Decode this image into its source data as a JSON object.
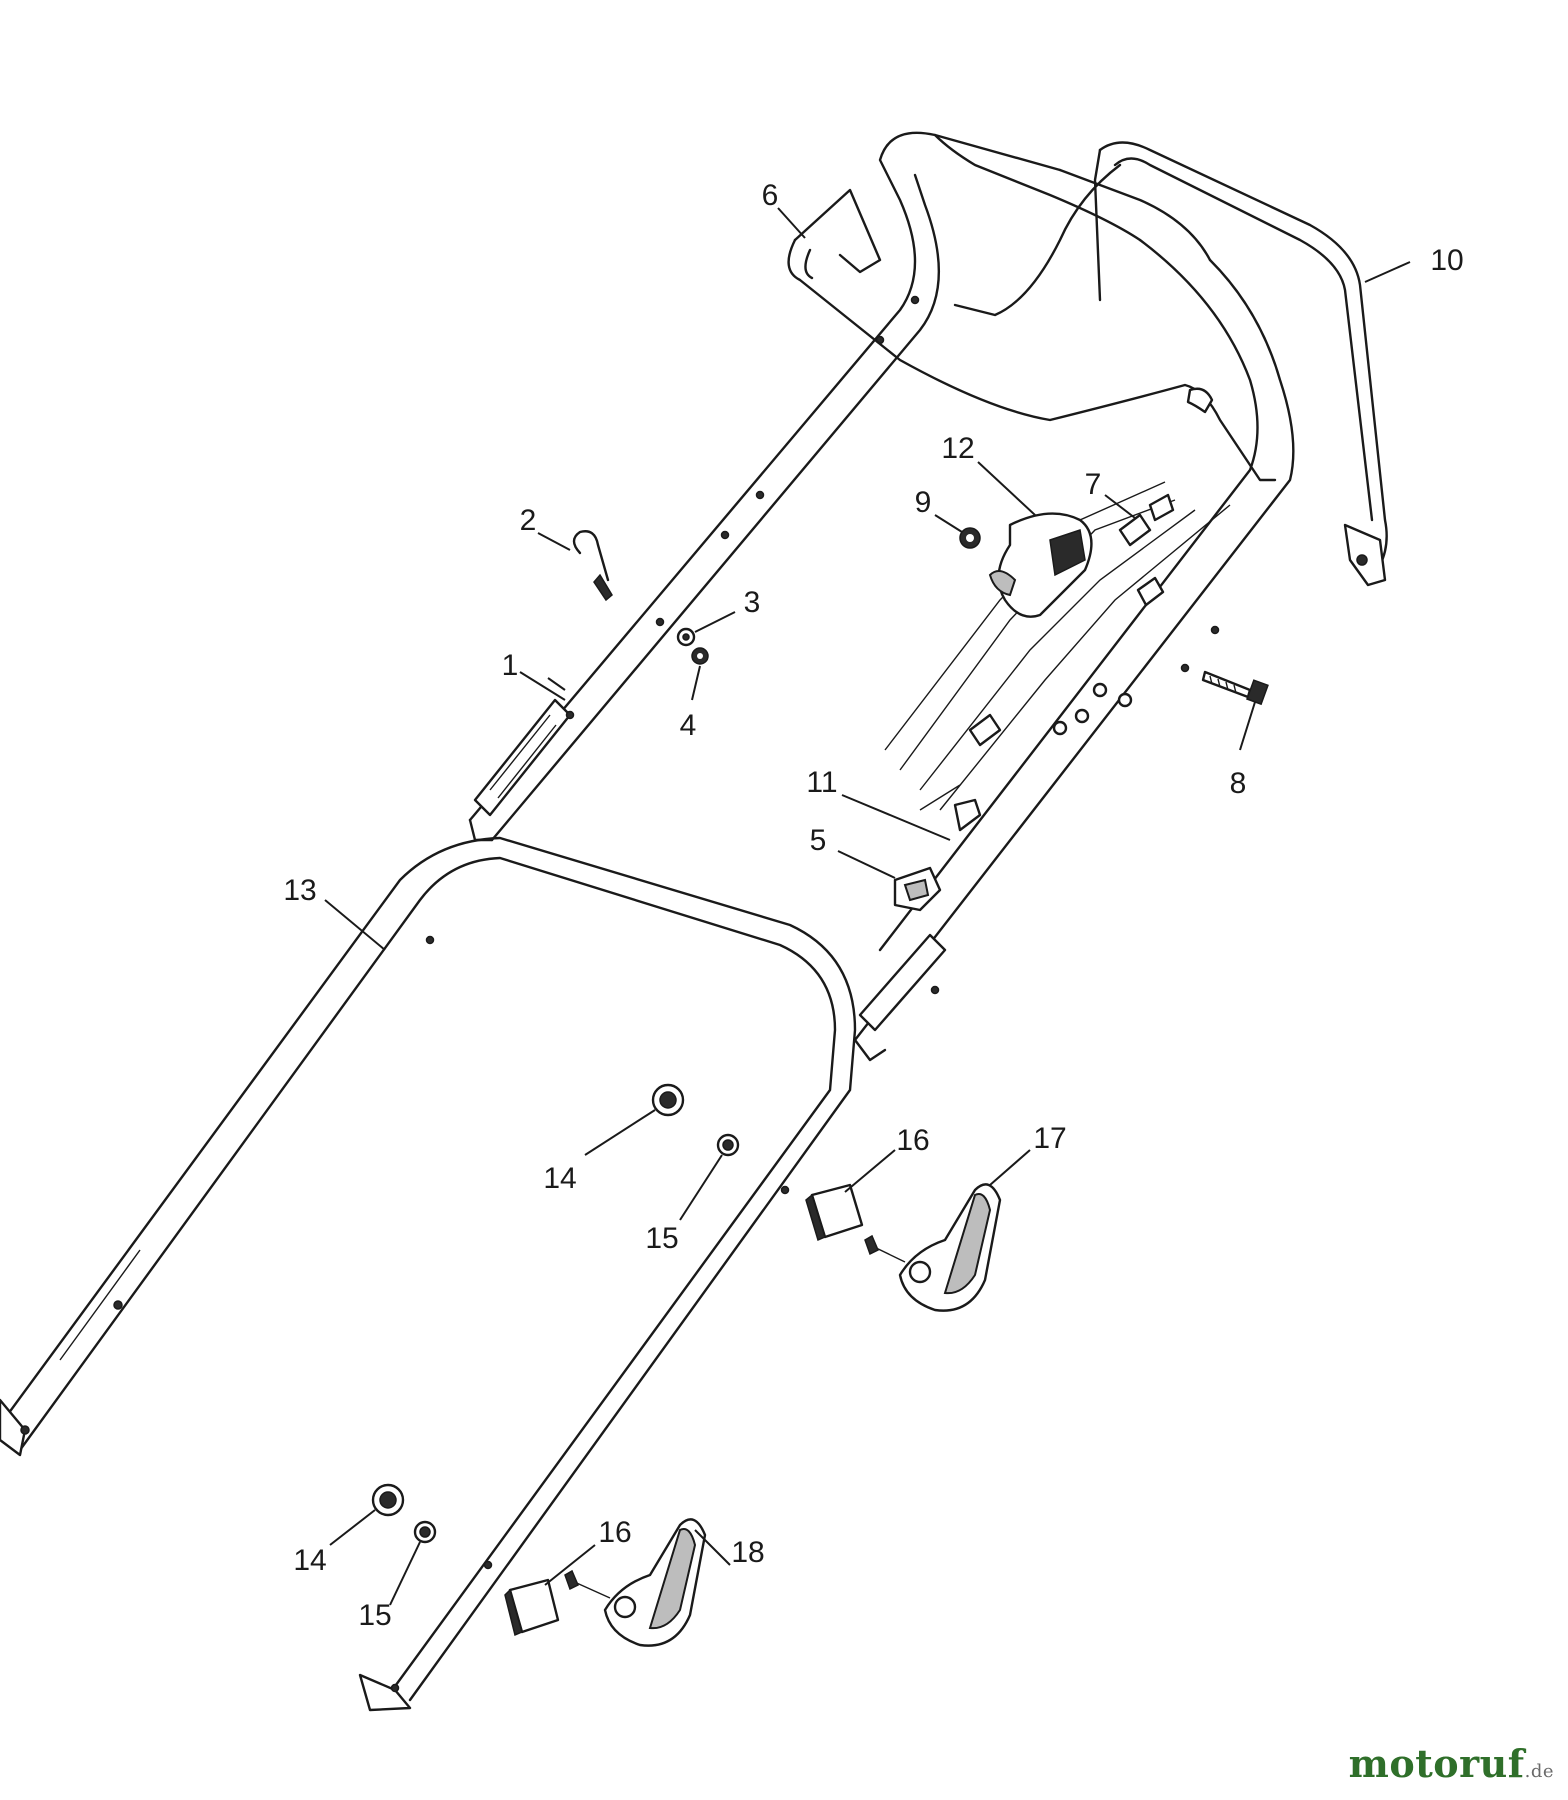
{
  "diagram": {
    "callouts": [
      {
        "id": "c1",
        "label": "1"
      },
      {
        "id": "c2",
        "label": "2"
      },
      {
        "id": "c3",
        "label": "3"
      },
      {
        "id": "c4",
        "label": "4"
      },
      {
        "id": "c5",
        "label": "5"
      },
      {
        "id": "c6",
        "label": "6"
      },
      {
        "id": "c7",
        "label": "7"
      },
      {
        "id": "c8",
        "label": "8"
      },
      {
        "id": "c9",
        "label": "9"
      },
      {
        "id": "c10",
        "label": "10"
      },
      {
        "id": "c11",
        "label": "11"
      },
      {
        "id": "c12",
        "label": "12"
      },
      {
        "id": "c13",
        "label": "13"
      },
      {
        "id": "c14a",
        "label": "14"
      },
      {
        "id": "c14b",
        "label": "14"
      },
      {
        "id": "c15a",
        "label": "15"
      },
      {
        "id": "c15b",
        "label": "15"
      },
      {
        "id": "c16a",
        "label": "16"
      },
      {
        "id": "c16b",
        "label": "16"
      },
      {
        "id": "c17",
        "label": "17"
      },
      {
        "id": "c18",
        "label": "18"
      }
    ]
  },
  "watermark": {
    "main": "motoruf",
    "suffix": ".de"
  },
  "colors": {
    "line": "#1a1a1a",
    "watermark": "#2f6f2a"
  }
}
